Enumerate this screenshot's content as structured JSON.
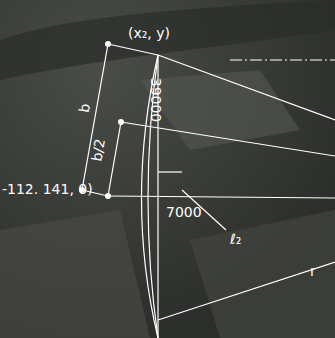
{
  "diagram": {
    "labels": [
      "(x₂, y)",
      "b",
      "b/2",
      "39000",
      "-112. 141, 0)",
      "7000",
      "ℓ₂",
      "r"
    ]
  }
}
